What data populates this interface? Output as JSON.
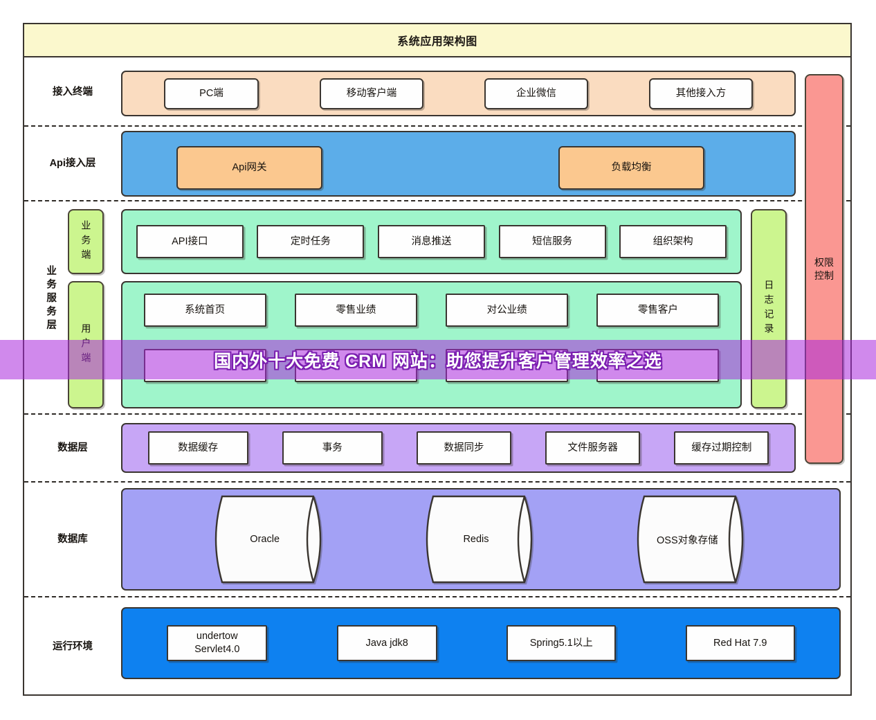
{
  "diagram": {
    "title": "系统应用架构图",
    "layers": [
      {
        "id": "access-terminal",
        "label": "接入终端",
        "nodes": [
          "PC端",
          "移动客户端",
          "企业微信",
          "其他接入方"
        ]
      },
      {
        "id": "api-layer",
        "label": "Api接入层",
        "nodes": [
          "Api网关",
          "负载均衡"
        ]
      },
      {
        "id": "business-layer",
        "label": "业务服务层",
        "rows": [
          {
            "side": "业务端",
            "nodes": [
              "API接口",
              "定时任务",
              "消息推送",
              "短信服务",
              "组织架构"
            ]
          },
          {
            "side": "用户端",
            "nodes": [
              "系统首页",
              "零售业绩",
              "对公业绩",
              "零售客户"
            ]
          },
          {
            "side": "",
            "nodes": [
              "",
              "",
              "",
              ""
            ]
          }
        ]
      },
      {
        "id": "data-layer",
        "label": "数据层",
        "nodes": [
          "数据缓存",
          "事务",
          "数据同步",
          "文件服务器",
          "缓存过期控制"
        ]
      },
      {
        "id": "database-layer",
        "label": "数据库",
        "nodes": [
          "Oracle",
          "Redis",
          "OSS对象存储"
        ]
      },
      {
        "id": "runtime-layer",
        "label": "运行环境",
        "nodes": [
          "undertow\nServlet4.0",
          "Java jdk8",
          "Spring5.1以上",
          "Red Hat  7.9"
        ]
      }
    ],
    "side_bars": {
      "log": "日志记录",
      "permission": "权限控制"
    }
  },
  "overlay": {
    "banner_text": "国内外十大免费 CRM 网站：助您提升客户管理效率之选"
  },
  "colors": {
    "title_bg": "#fbf8cd",
    "access_band": "#fadcc0",
    "api_band": "#5cade9",
    "api_node": "#fbc88f",
    "business_band": "#9ff5cb",
    "data_band": "#c7a6f6",
    "database_band": "#a3a1f5",
    "runtime_band": "#0e81f0",
    "side_lime": "#ccf58f",
    "side_red": "#fa9792",
    "border": "#3a3530",
    "banner": "#aa28dc"
  }
}
